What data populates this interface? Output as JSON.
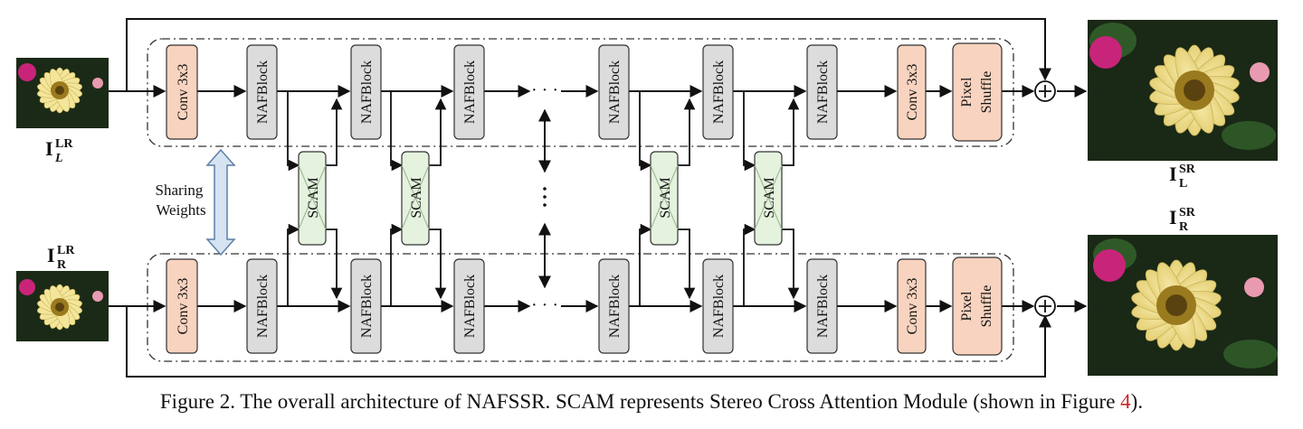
{
  "figure": {
    "caption_prefix": "Figure 2. The overall architecture of NAFSSR. SCAM represents Stereo Cross Attention Module (shown in Figure ",
    "caption_ref": "4",
    "caption_suffix": ")."
  },
  "labels": {
    "input_left": "I",
    "input_left_sup": "LR",
    "input_left_sub": "L",
    "input_right": "I",
    "input_right_sup": "LR",
    "input_right_sub": "R",
    "output_left": "I",
    "output_left_sup": "SR",
    "output_left_sub": "L",
    "output_right": "I",
    "output_right_sup": "SR",
    "output_right_sub": "R",
    "sharing_line1": "Sharing",
    "sharing_line2": "Weights",
    "ellipsis": "· · ·",
    "plus": "+"
  },
  "blocks": {
    "conv": "Conv 3x3",
    "naf": "NAFBlock",
    "scam": "SCAM",
    "pixel_line1": "Pixel",
    "pixel_line2": "Shuffle"
  },
  "colors": {
    "conv_fill": "#f8d3bf",
    "naf_fill": "#dcdcdc",
    "scam_fill": "#e4f2de",
    "pixel_fill": "#f8d3bf",
    "arrow_fill": "#d6e4f2",
    "flower_petal": "#f3e59a",
    "flower_center": "#9a7a1e",
    "leaf": "#1f4a1c",
    "magenta_flower": "#c8247a",
    "caption_ref": "#c62828"
  }
}
